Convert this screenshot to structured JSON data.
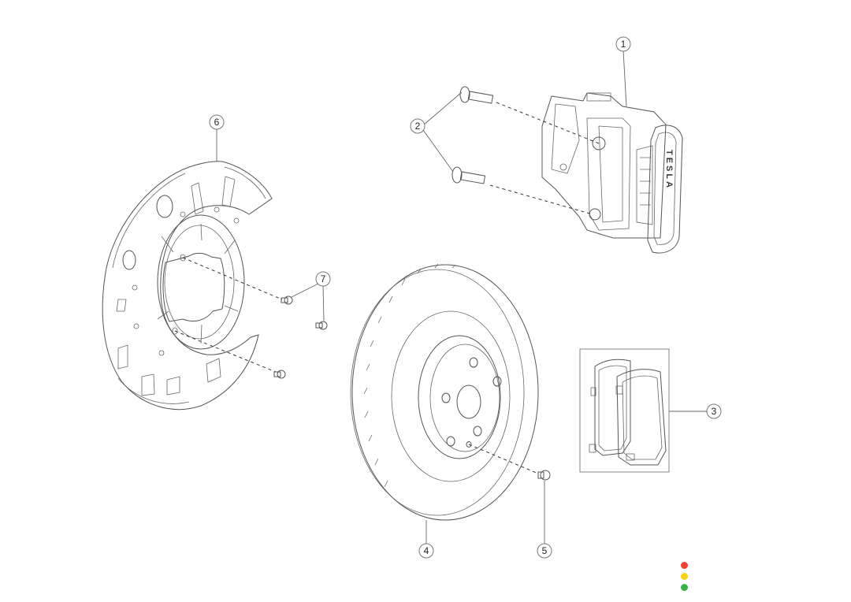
{
  "callouts": {
    "c1": "1",
    "c2": "2",
    "c3": "3",
    "c4": "4",
    "c5": "5",
    "c6": "6",
    "c7": "7"
  },
  "brand_text": "TESLA",
  "status_colors": {
    "red": "#ef4136",
    "yellow": "#f5d31c",
    "green": "#3cb34a"
  }
}
